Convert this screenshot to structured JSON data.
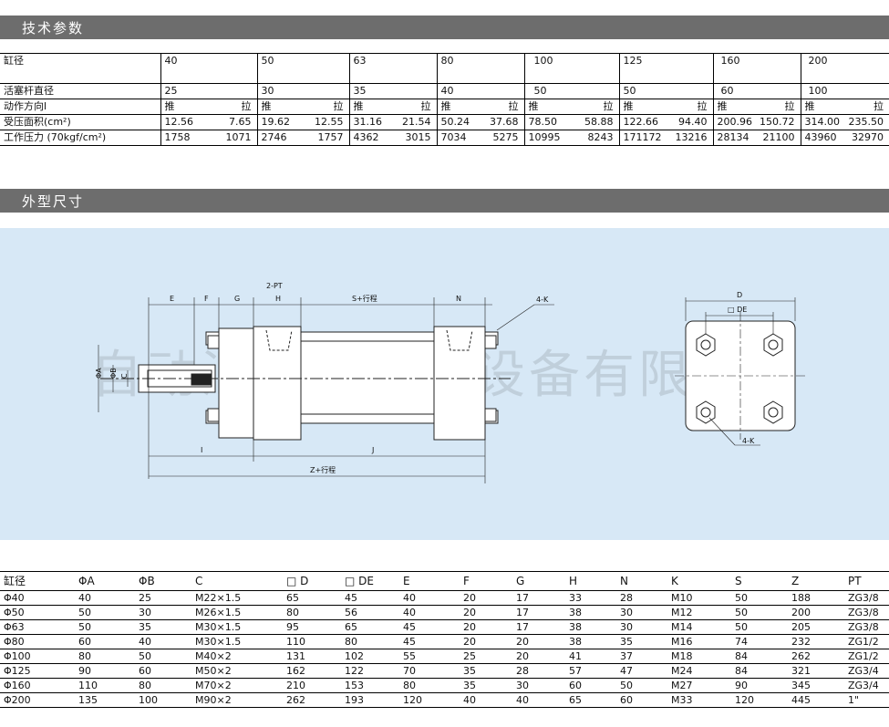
{
  "sections": {
    "tech": "技术参数",
    "outline": "外型尺寸"
  },
  "tech_table": {
    "bore_label": "缸径",
    "bores": [
      "40",
      "50",
      "63",
      "80",
      "100",
      "125",
      "160",
      "200"
    ],
    "rod_label": "活塞杆直径",
    "rods": [
      "25",
      "30",
      "35",
      "40",
      "50",
      "50",
      "60",
      "100"
    ],
    "direction_label": "动作方向l",
    "push": "推",
    "pull": "拉",
    "area_label": "受压面积(cm²)",
    "area": [
      [
        "12.56",
        "7.65"
      ],
      [
        "19.62",
        "12.55"
      ],
      [
        "31.16",
        "21.54"
      ],
      [
        "50.24",
        "37.68"
      ],
      [
        "78.50",
        "58.88"
      ],
      [
        "122.66",
        "94.40"
      ],
      [
        "200.96",
        "150.72"
      ],
      [
        "314.00",
        "235.50"
      ]
    ],
    "force_label": "工作压力 (70kgf/cm²)",
    "force": [
      [
        "1758",
        "1071"
      ],
      [
        "2746",
        "1757"
      ],
      [
        "4362",
        "3015"
      ],
      [
        "7034",
        "5275"
      ],
      [
        "10995",
        "8243"
      ],
      [
        "171172",
        "13216"
      ],
      [
        "28134",
        "21100"
      ],
      [
        "43960",
        "32970"
      ]
    ]
  },
  "drawing": {
    "watermark": "自动汇控自动化设备有限公司",
    "labels": {
      "E": "E",
      "F": "F",
      "G": "G",
      "H": "H",
      "PT": "2-PT",
      "S": "S+行程",
      "N": "N",
      "K": "4-K",
      "A": "ΦA",
      "B": "ΦB",
      "C": "C",
      "I": "I",
      "J": "J",
      "Z": "Z+行程",
      "D": "D",
      "DE": "□ DE",
      "K2": "4-K"
    }
  },
  "dim_table": {
    "headers": [
      "缸径",
      "ΦA",
      "ΦB",
      "C",
      "□ D",
      "□ DE",
      "E",
      "F",
      "G",
      "H",
      "N",
      "K",
      "S",
      "Z",
      "PT"
    ],
    "rows": [
      [
        "Φ40",
        "40",
        "25",
        "M22×1.5",
        "65",
        "45",
        "40",
        "20",
        "17",
        "33",
        "28",
        "M10",
        "50",
        "188",
        "ZG3/8"
      ],
      [
        "Φ50",
        "50",
        "30",
        "M26×1.5",
        "80",
        "56",
        "40",
        "20",
        "17",
        "38",
        "30",
        "M12",
        "50",
        "200",
        "ZG3/8"
      ],
      [
        "Φ63",
        "50",
        "35",
        "M30×1.5",
        "95",
        "65",
        "45",
        "20",
        "17",
        "38",
        "30",
        "M14",
        "50",
        "205",
        "ZG3/8"
      ],
      [
        "Φ80",
        "60",
        "40",
        "M30×1.5",
        "110",
        "80",
        "45",
        "20",
        "20",
        "38",
        "35",
        "M16",
        "74",
        "232",
        "ZG1/2"
      ],
      [
        "Φ100",
        "80",
        "50",
        "M40×2",
        "131",
        "102",
        "55",
        "25",
        "20",
        "41",
        "37",
        "M18",
        "84",
        "262",
        "ZG1/2"
      ],
      [
        "Φ125",
        "90",
        "60",
        "M50×2",
        "162",
        "122",
        "70",
        "35",
        "28",
        "57",
        "47",
        "M24",
        "84",
        "321",
        "ZG3/4"
      ],
      [
        "Φ160",
        "110",
        "80",
        "M70×2",
        "210",
        "153",
        "80",
        "35",
        "30",
        "60",
        "50",
        "M27",
        "90",
        "345",
        "ZG3/4"
      ],
      [
        "Φ200",
        "135",
        "100",
        "M90×2",
        "262",
        "193",
        "120",
        "40",
        "40",
        "65",
        "60",
        "M33",
        "120",
        "445",
        "1\""
      ]
    ]
  }
}
